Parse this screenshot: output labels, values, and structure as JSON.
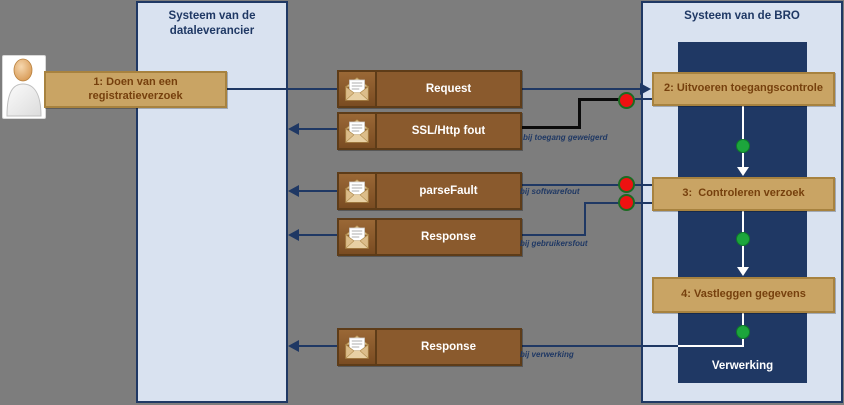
{
  "diagram": {
    "lanes": {
      "dataleverancier": {
        "title": "Systeem van de dataleverancier"
      },
      "bro": {
        "title": "Systeem van de BRO",
        "band_label": "Verwerking"
      }
    },
    "steps": [
      {
        "label": "1: Doen van een registratieverzoek"
      },
      {
        "label": "2: Uitvoeren toegangscontrole"
      },
      {
        "label": "3:  Controleren verzoek"
      },
      {
        "label": "4: Vastleggen gegevens"
      }
    ],
    "messages": [
      {
        "label": "Request",
        "direction": "right",
        "annotation": ""
      },
      {
        "label": "SSL/Http fout",
        "direction": "left",
        "annotation": "bij toegang geweigerd"
      },
      {
        "label": "parseFault",
        "direction": "left",
        "annotation": "bij softwarefout"
      },
      {
        "label": "Response",
        "direction": "left",
        "annotation": "bij gebruikersfout"
      },
      {
        "label": "Response",
        "direction": "left",
        "annotation": "bij verwerking"
      }
    ],
    "icons": {
      "actor": "person-icon",
      "message": "envelope-icon"
    },
    "colors": {
      "background": "#7d7d7d",
      "lane_fill": "#d9e2f0",
      "lane_border": "#1f3864",
      "band_fill": "#1f3864",
      "step_fill": "#c9a464",
      "step_text": "#76400d",
      "message_fill": "#8a5a2d",
      "message_text": "#ffffff",
      "error_dot": "#ee1111",
      "ok_dot": "#1ca53c",
      "error_path": "#0b0b0b"
    }
  }
}
